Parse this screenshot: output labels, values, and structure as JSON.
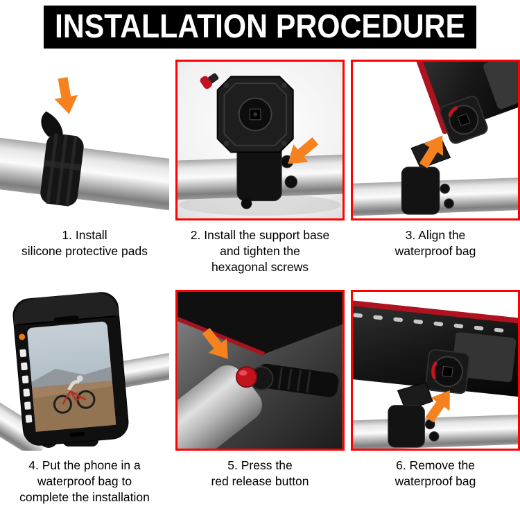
{
  "title": "INSTALLATION PROCEDURE",
  "colors": {
    "banner_bg": "#000000",
    "banner_text": "#ffffff",
    "panel_border_red": "#ff0000",
    "arrow_orange": "#f5821f",
    "release_button_red": "#c2131f",
    "caption_text": "#000000",
    "background": "#ffffff"
  },
  "steps": [
    {
      "id": 1,
      "caption": "1. Install\nsilicone protective pads",
      "illustration": "handlebar-with-silicone-pad",
      "has_red_border": false
    },
    {
      "id": 2,
      "caption": "2. Install the support base\nand tighten the\nhexagonal screws",
      "illustration": "support-base-clamped-on-handlebar",
      "has_red_border": true
    },
    {
      "id": 3,
      "caption": "3. Align the\nwaterproof bag",
      "illustration": "waterproof-bag-aligned-to-mount",
      "has_red_border": true
    },
    {
      "id": 4,
      "caption": "4. Put the phone in a\nwaterproof bag to\ncomplete the installation",
      "illustration": "phone-in-waterproof-bag-installed",
      "has_red_border": false
    },
    {
      "id": 5,
      "caption": "5. Press the\nred release button",
      "illustration": "red-release-button-closeup",
      "has_red_border": true
    },
    {
      "id": 6,
      "caption": "6. Remove the\nwaterproof bag",
      "illustration": "removing-waterproof-bag",
      "has_red_border": true
    }
  ]
}
